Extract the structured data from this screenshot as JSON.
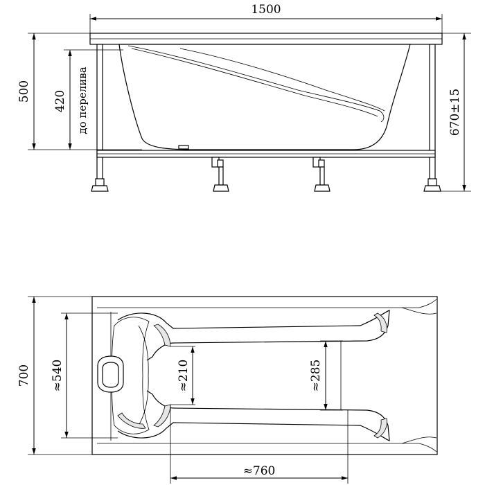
{
  "side_view": {
    "length": "1500",
    "height": "500",
    "overflow_height": "420",
    "overflow_note": "до перелива",
    "total_height": "670±15"
  },
  "top_view": {
    "width": "700",
    "inner_width": "≈540",
    "headrest_width": "≈210",
    "footwell_width": "≈285",
    "bottom_length": "≈760"
  }
}
